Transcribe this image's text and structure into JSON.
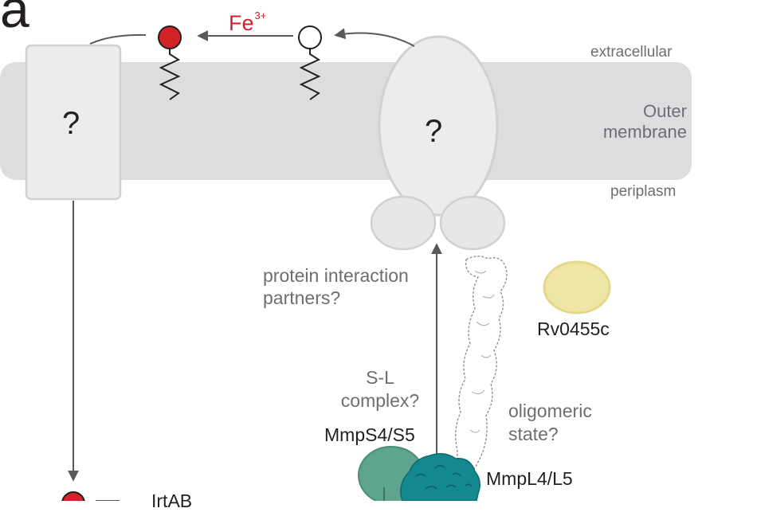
{
  "panel_letter": "a",
  "iron_label": {
    "element": "Fe",
    "charge": "3+"
  },
  "compartments": {
    "extracellular": "extracellular",
    "outer_membrane": "Outer membrane",
    "periplasm": "periplasm"
  },
  "unknown_proteins": {
    "left_mark": "?",
    "right_mark": "?"
  },
  "annotations": {
    "protein_interaction": "protein interaction partners?",
    "sl_complex": "S-L complex?",
    "oligomeric_state": "oligomeric state?"
  },
  "proteins": {
    "rv0455c": "Rv0455c",
    "mmps": "MmpS4/S5",
    "mmpl": "MmpL4/L5",
    "irtab": "IrtAB"
  },
  "colors": {
    "membrane": "#dcdddf",
    "protein_fill": "#ececec",
    "protein_stroke": "#d0d1d3",
    "iron_red": "#d2232a",
    "arrow": "#58595b",
    "rv0455c_fill": "#efe5a6",
    "rv0455c_stroke": "#e4d88a",
    "mmps_fill": "#5fa58e",
    "mmpl_fill": "#14888f",
    "text_grey": "#6d6e71",
    "text_dark": "#231f20"
  }
}
